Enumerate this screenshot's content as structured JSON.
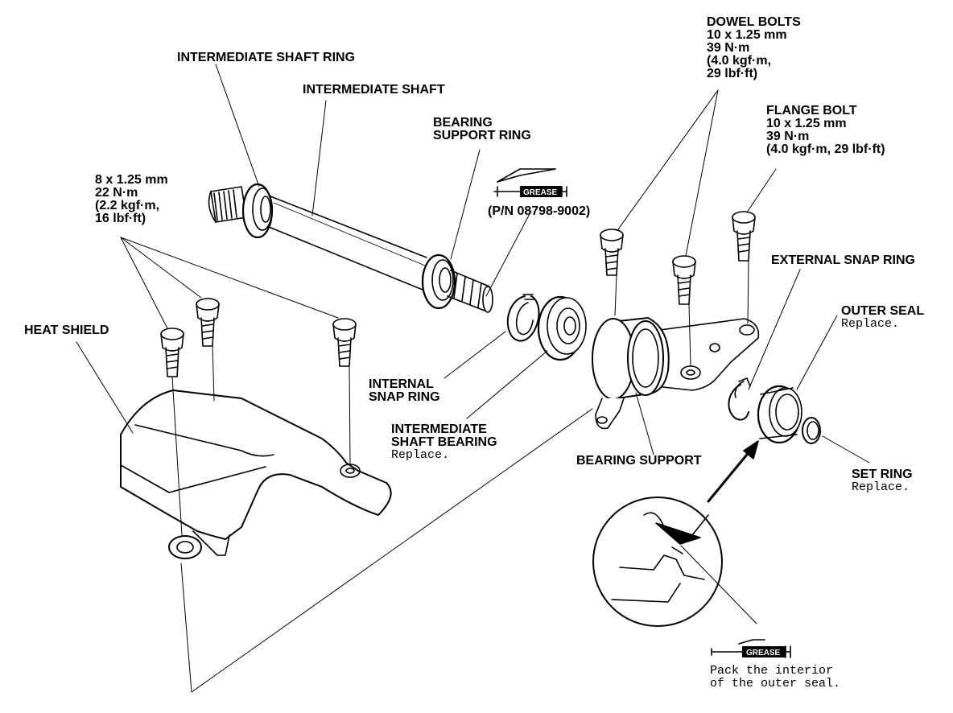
{
  "labels": {
    "intermediate_shaft_ring": "INTERMEDIATE SHAFT RING",
    "intermediate_shaft": "INTERMEDIATE SHAFT",
    "bearing_support_ring": [
      "BEARING",
      "SUPPORT RING"
    ],
    "grease_part_number": "(P/N 08798-9002)",
    "grease_icon_text": "GREASE",
    "heat_shield_bolts_spec": [
      "8 x 1.25 mm",
      "22 N·m",
      "(2.2 kgf·m,",
      "16 lbf·ft)"
    ],
    "heat_shield": "HEAT SHIELD",
    "internal_snap_ring": [
      "INTERNAL",
      "SNAP RING"
    ],
    "intermediate_shaft_bearing": [
      "INTERMEDIATE",
      "SHAFT BEARING"
    ],
    "intermediate_shaft_bearing_note": "Replace.",
    "dowel_bolts": [
      "DOWEL BOLTS",
      "10 x 1.25 mm",
      "39 N·m",
      "(4.0 kgf·m,",
      "29 lbf·ft)"
    ],
    "flange_bolt": [
      "FLANGE BOLT",
      "10 x 1.25 mm",
      "39 N·m",
      "(4.0 kgf·m, 29 lbf·ft)"
    ],
    "external_snap_ring": "EXTERNAL SNAP RING",
    "outer_seal": "OUTER SEAL",
    "outer_seal_note": "Replace.",
    "bearing_support": "BEARING SUPPORT",
    "set_ring": "SET RING",
    "set_ring_note": "Replace.",
    "pack_note": [
      "Pack the interior",
      "of the outer seal."
    ]
  },
  "colors": {
    "ink": "#000000",
    "paper": "#ffffff"
  }
}
